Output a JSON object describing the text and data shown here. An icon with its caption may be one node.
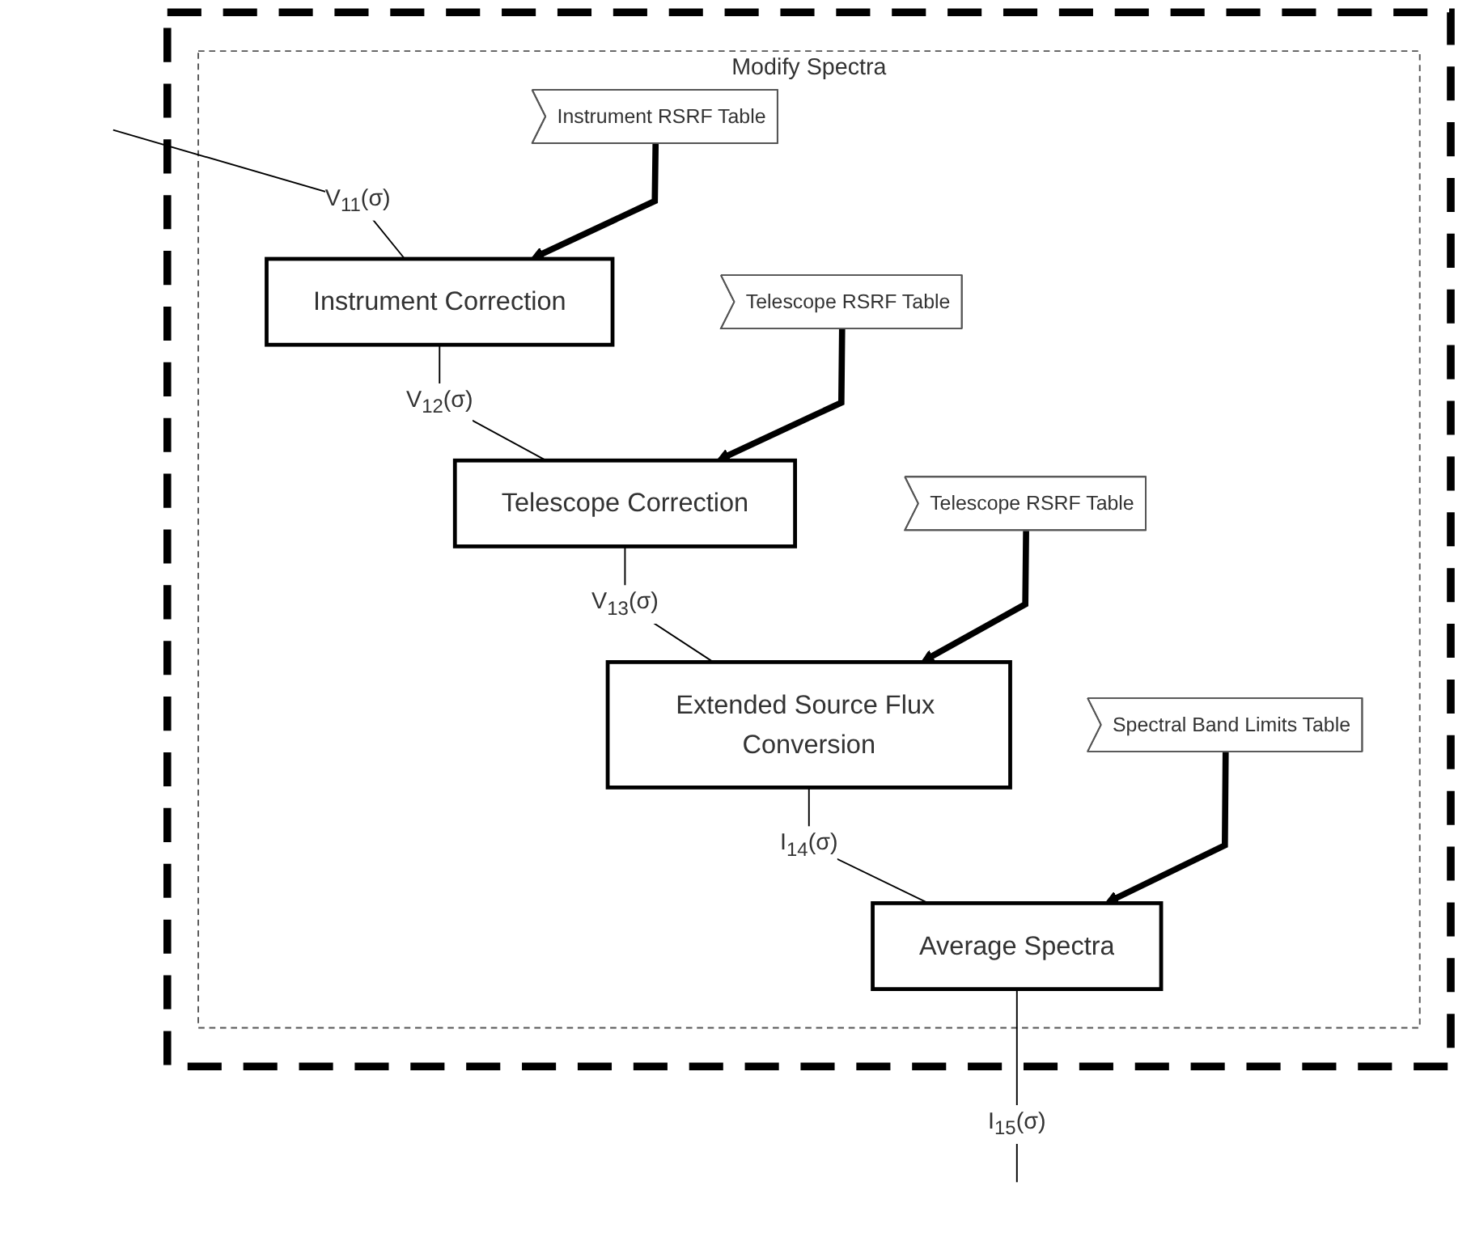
{
  "diagram": {
    "nodes": [
      {
        "text": [],
        "shape": "box"
      },
      {
        "text": [
          "Modify Spectra"
        ],
        "in": 0
      },
      {
        "text": [
          "Instrument RSRF Table"
        ],
        "in": 1
      },
      {
        "text": [
          "Instrument Correction"
        ],
        "in": 1
      },
      {
        "text": [
          "Telescope RSRF Table"
        ],
        "in": 1
      },
      {
        "text": [
          "Telescope Correction"
        ],
        "in": 1
      },
      {
        "text": [
          "Telescope RSRF Table"
        ],
        "in": 1
      },
      {
        "text": [
          "Extended Source Flux Conversion"
        ],
        "in": 1
      },
      {
        "text": [
          "Spectral Band Limits Table"
        ],
        "in": 1
      },
      {
        "text": [
          "Average Spectra"
        ],
        "in": 1
      }
    ],
    "edges": [
      {
        "from": null,
        "to": 3,
        "arrow": "none",
        "label": "V$_{11}$(σ)"
      },
      {
        "from": 2,
        "to": 3,
        "arrow": "to",
        "style": "thick"
      },
      {
        "from": 3,
        "to": 5,
        "arrow": "none",
        "label": "V$_{12}$(σ)"
      },
      {
        "from": 4,
        "to": 5,
        "arrow": "to",
        "style": "thick"
      },
      {
        "from": 5,
        "to": 7,
        "arrow": "none",
        "label": "V$_{13}$(σ)"
      },
      {
        "from": 6,
        "to": 7,
        "arrow": "to",
        "style": "thick"
      },
      {
        "from": 7,
        "to": 9,
        "arrow": "none",
        "label": "I$_{14}$(σ)"
      },
      {
        "from": 8,
        "to": 9,
        "arrow": "to",
        "style": "thick"
      },
      {
        "from": 9,
        "to": null,
        "arrow": "none",
        "label": "I$_{15}$(σ)"
      }
    ]
  }
}
